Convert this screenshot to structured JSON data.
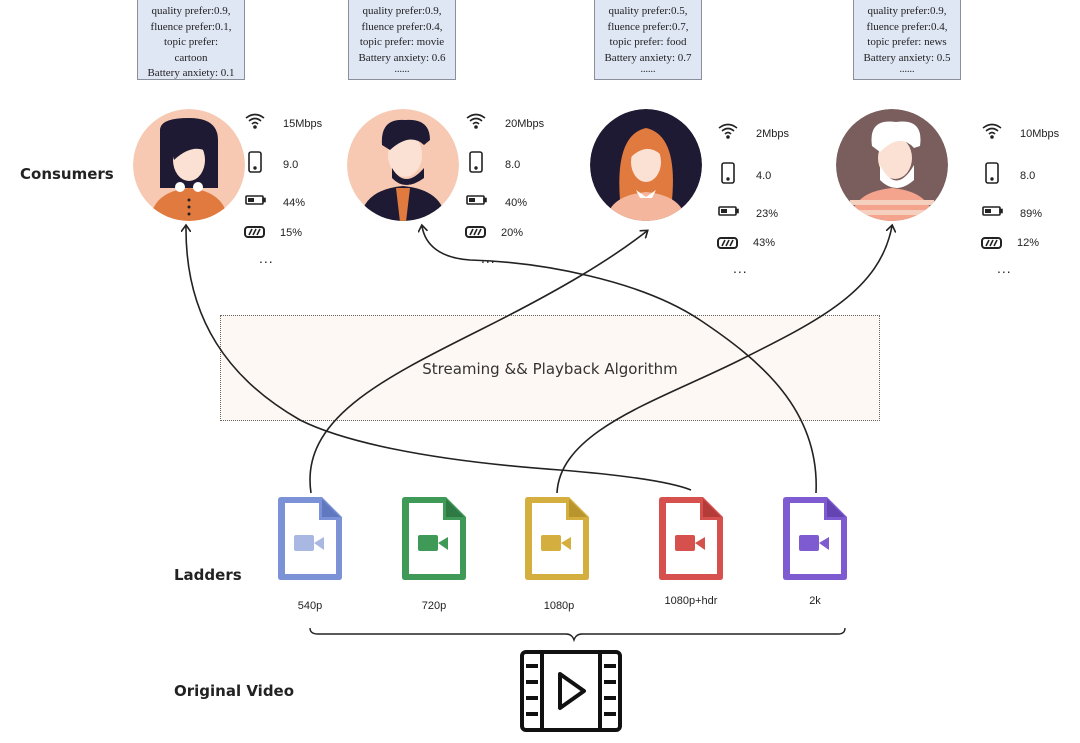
{
  "consumers": [
    {
      "note": [
        "quality prefer:0.9,",
        "fluence prefer:0.1,",
        "topic prefer:",
        "cartoon",
        "Battery anxiety: 0.1"
      ],
      "bandwidth": "15Mbps",
      "device_score": "9.0",
      "battery": "44%",
      "battery2": "15%",
      "more": "..."
    },
    {
      "note": [
        "quality prefer:0.9,",
        "fluence prefer:0.4,",
        "topic prefer: movie",
        "Battery anxiety: 0.6",
        "......"
      ],
      "bandwidth": "20Mbps",
      "device_score": "8.0",
      "battery": "40%",
      "battery2": "20%",
      "more": "..."
    },
    {
      "note": [
        "quality prefer:0.5,",
        "fluence prefer:0.7,",
        "topic prefer: food",
        "Battery anxiety: 0.7",
        "......"
      ],
      "bandwidth": "2Mbps",
      "device_score": "4.0",
      "battery": "23%",
      "battery2": "43%",
      "more": "..."
    },
    {
      "note": [
        "quality prefer:0.9,",
        "fluence prefer:0.4,",
        "topic prefer: news",
        "Battery anxiety: 0.5",
        "......"
      ],
      "bandwidth": "10Mbps",
      "device_score": "8.0",
      "battery": "89%",
      "battery2": "12%",
      "more": "..."
    }
  ],
  "labels": {
    "consumers": "Consumers",
    "ladders": "Ladders",
    "original_video": "Original Video",
    "algorithm": "Streaming && Playback Algorithm"
  },
  "ladders": [
    {
      "label": "540p",
      "color": "#7b93d6"
    },
    {
      "label": "720p",
      "color": "#3f9a57"
    },
    {
      "label": "1080p",
      "color": "#d4ae3f"
    },
    {
      "label": "1080p+hdr",
      "color": "#d6504d"
    },
    {
      "label": "2k",
      "color": "#7f5bd1"
    }
  ],
  "icons": [
    "wifi-icon",
    "phone-icon",
    "battery-icon",
    "battery-level-icon",
    "video-file-icon",
    "film-play-icon"
  ]
}
